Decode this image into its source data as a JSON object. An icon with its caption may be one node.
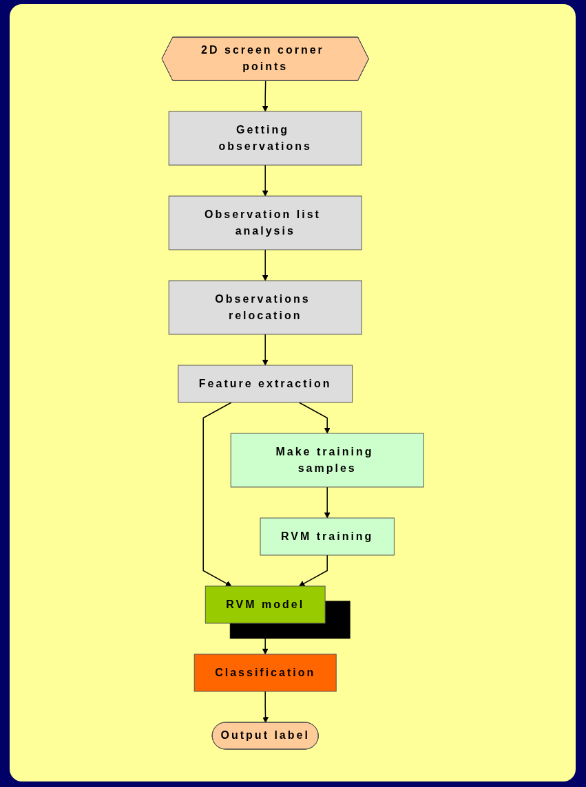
{
  "diagram": {
    "nodes": [
      {
        "text": [
          "2D screen corner points"
        ]
      },
      {
        "text": [
          "Getting observations"
        ]
      },
      {
        "text": [
          "Observation list analysis"
        ]
      },
      {
        "text": [
          "Observations relocation"
        ]
      },
      {
        "text": [
          "Feature extraction"
        ]
      },
      {
        "text": [
          "Make training samples"
        ]
      },
      {
        "text": [
          "RVM training"
        ]
      },
      {
        "text": [
          "RVM model"
        ]
      },
      {
        "text": [
          "Classification"
        ]
      },
      {
        "text": [
          "Output label"
        ]
      }
    ],
    "edges": [
      {
        "from": 0,
        "to": 1,
        "arrow": "to"
      },
      {
        "from": 1,
        "to": 2,
        "arrow": "to"
      },
      {
        "from": 2,
        "to": 3,
        "arrow": "to"
      },
      {
        "from": 3,
        "to": 4,
        "arrow": "to"
      },
      {
        "from": 4,
        "to": 5,
        "arrow": "to"
      },
      {
        "from": 4,
        "to": 7,
        "arrow": "to"
      },
      {
        "from": 5,
        "to": 6,
        "arrow": "to"
      },
      {
        "from": 6,
        "to": 7,
        "arrow": "to"
      },
      {
        "from": 7,
        "to": 8,
        "arrow": "to"
      },
      {
        "from": 8,
        "to": 9,
        "arrow": "to"
      }
    ]
  }
}
